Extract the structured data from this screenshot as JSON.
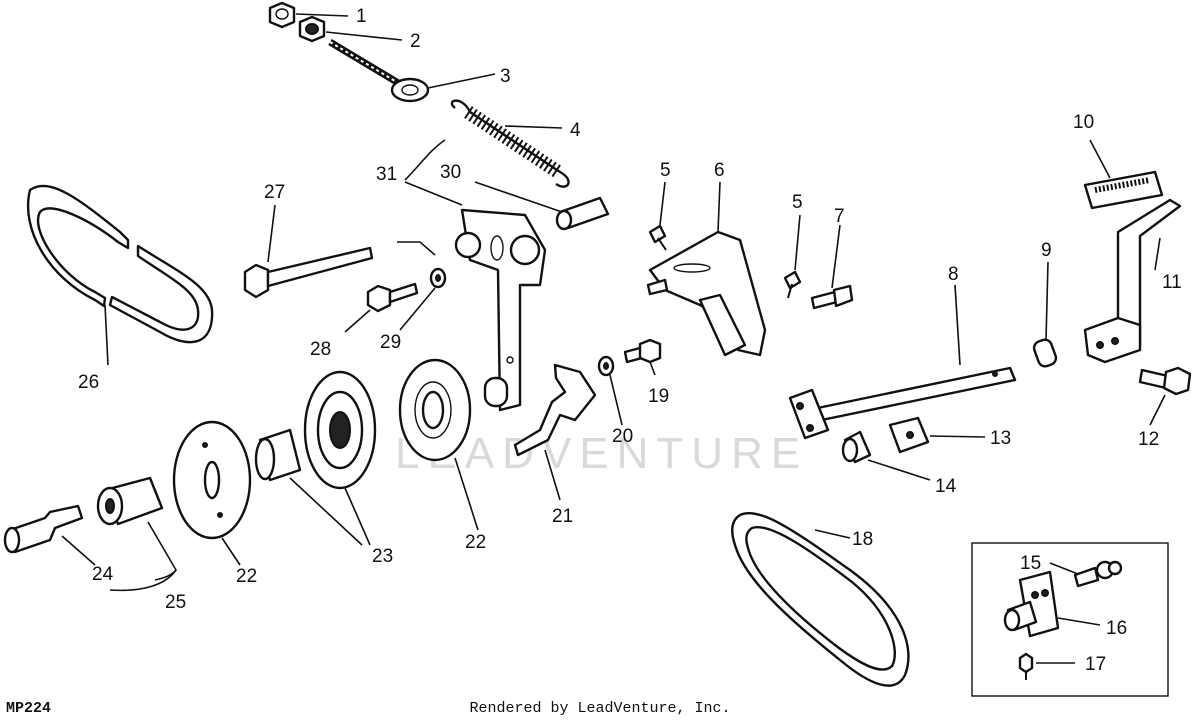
{
  "diagram_code": "MP224",
  "footer_text": "Rendered by LeadVenture, Inc.",
  "watermark": "LEADVENTURE",
  "callouts": [
    {
      "id": "c1",
      "label": "1"
    },
    {
      "id": "c2",
      "label": "2"
    },
    {
      "id": "c3",
      "label": "3"
    },
    {
      "id": "c4",
      "label": "4"
    },
    {
      "id": "c5a",
      "label": "5"
    },
    {
      "id": "c5b",
      "label": "5"
    },
    {
      "id": "c6",
      "label": "6"
    },
    {
      "id": "c7",
      "label": "7"
    },
    {
      "id": "c8",
      "label": "8"
    },
    {
      "id": "c9",
      "label": "9"
    },
    {
      "id": "c10",
      "label": "10"
    },
    {
      "id": "c11",
      "label": "11"
    },
    {
      "id": "c12",
      "label": "12"
    },
    {
      "id": "c13",
      "label": "13"
    },
    {
      "id": "c14",
      "label": "14"
    },
    {
      "id": "c15",
      "label": "15"
    },
    {
      "id": "c16",
      "label": "16"
    },
    {
      "id": "c17",
      "label": "17"
    },
    {
      "id": "c18",
      "label": "18"
    },
    {
      "id": "c19",
      "label": "19"
    },
    {
      "id": "c20",
      "label": "20"
    },
    {
      "id": "c21",
      "label": "21"
    },
    {
      "id": "c22a",
      "label": "22"
    },
    {
      "id": "c22b",
      "label": "22"
    },
    {
      "id": "c23",
      "label": "23"
    },
    {
      "id": "c24",
      "label": "24"
    },
    {
      "id": "c25",
      "label": "25"
    },
    {
      "id": "c26",
      "label": "26"
    },
    {
      "id": "c27",
      "label": "27"
    },
    {
      "id": "c28",
      "label": "28"
    },
    {
      "id": "c29",
      "label": "29"
    },
    {
      "id": "c30",
      "label": "30"
    },
    {
      "id": "c31",
      "label": "31"
    }
  ]
}
